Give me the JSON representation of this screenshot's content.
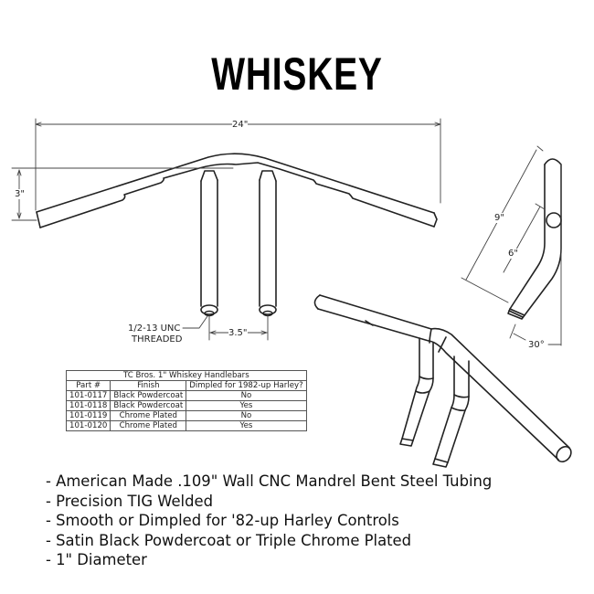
{
  "title": "WHISKEY",
  "front_view": {
    "width_label": "24\"",
    "rise_label": "3\"",
    "center_spacing_label": "3.5\"",
    "thread_label_line1": "1/2-13 UNC",
    "thread_label_line2": "THREADED"
  },
  "side_view": {
    "height_label": "9\"",
    "clamp_label": "6\"",
    "angle_label": "30°"
  },
  "spec_table": {
    "caption": "TC Bros. 1\" Whiskey Handlebars",
    "headers": [
      "Part #",
      "Finish",
      "Dimpled for 1982-up Harley?"
    ],
    "rows": [
      [
        "101-0117",
        "Black Powdercoat",
        "No"
      ],
      [
        "101-0118",
        "Black Powdercoat",
        "Yes"
      ],
      [
        "101-0119",
        "Chrome Plated",
        "No"
      ],
      [
        "101-0120",
        "Chrome Plated",
        "Yes"
      ]
    ]
  },
  "features": [
    "- American Made .109\" Wall CNC Mandrel Bent Steel Tubing",
    "- Precision TIG Welded",
    "- Smooth or Dimpled for '82-up Harley Controls",
    "- Satin Black Powdercoat or Triple Chrome Plated",
    "- 1\" Diameter"
  ]
}
